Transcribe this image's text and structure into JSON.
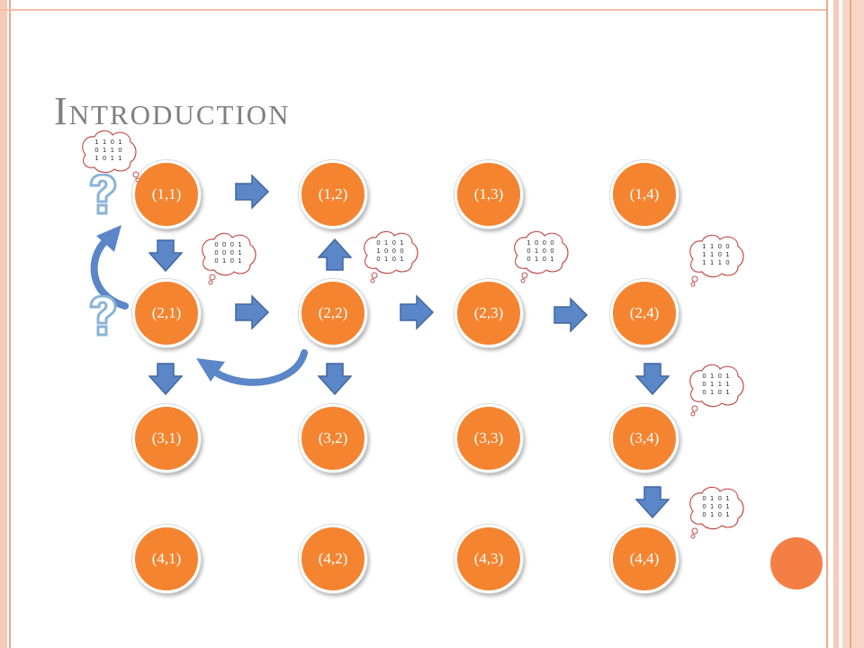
{
  "slide": {
    "title": "Introduction"
  },
  "grid": {
    "rows": [
      [
        "(1,1)",
        "(1,2)",
        "(1,3)",
        "(1,4)"
      ],
      [
        "(2,1)",
        "(2,2)",
        "(2,3)",
        "(2,4)"
      ],
      [
        "(3,1)",
        "(3,2)",
        "(3,3)",
        "(3,4)"
      ],
      [
        "(4,1)",
        "(4,2)",
        "(4,3)",
        "(4,4)"
      ]
    ]
  },
  "clouds": [
    {
      "lines": "1 1 0 1\n0 1 1 0\n1 0 1 1"
    },
    {
      "lines": "0 0 0 1\n0 0 0 1\n0 1 0 1"
    },
    {
      "lines": "0 1 0 1\n1 0 0 0\n0 1 0 1"
    },
    {
      "lines": "1 0 0 0\n0 1 0 0\n0 1 0 1"
    },
    {
      "lines": "1 1 0 0\n1 1 0 1\n1 1 1 0"
    },
    {
      "lines": "0 1 0 1\n0 1 1 1\n0 1 0 1"
    },
    {
      "lines": "0 1 0 1\n0 1 0 1\n0 1 0 1"
    }
  ],
  "colors": {
    "node_fill": "#f48430",
    "arrow_fill": "#5b86c8",
    "cloud_stroke": "#c0504d",
    "title": "#7f7f7f"
  },
  "icons": {
    "question": "question-mark-icon",
    "arrow": "block-arrow-icon",
    "cloud": "thought-cloud-icon"
  }
}
